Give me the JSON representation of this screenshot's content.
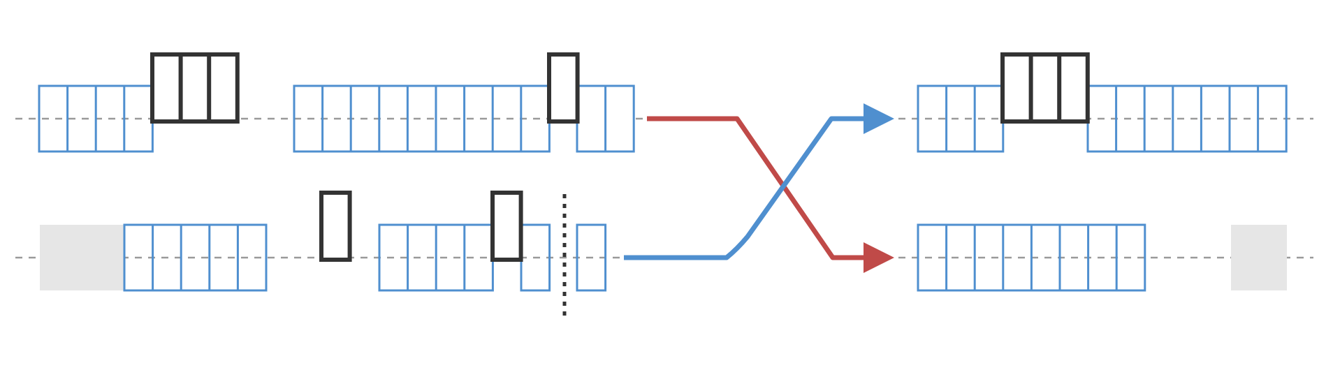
{
  "colors": {
    "background": "#ffffff",
    "axis": "#999999",
    "block": "#4f8fcf",
    "marker": "#333333",
    "shade": "#e6e6e6",
    "red_path": "#c04a48",
    "blue_path": "#4f8fcf",
    "divider": "#333333"
  },
  "diagram": {
    "rows": [
      {
        "id": "before-top",
        "blocks": [
          {
            "name": "before-top-block-1",
            "cells": 4
          },
          {
            "name": "before-top-block-2",
            "cells": 9
          },
          {
            "name": "before-top-block-3",
            "cells": 2
          }
        ],
        "markers": [
          {
            "name": "before-top-marker-1",
            "cells": 3
          },
          {
            "name": "before-top-marker-2",
            "cells": 1
          }
        ]
      },
      {
        "id": "before-bottom",
        "blocks": [
          {
            "name": "before-bottom-block-1",
            "cells": 5
          },
          {
            "name": "before-bottom-block-2",
            "cells": 4
          },
          {
            "name": "before-bottom-block-3",
            "cells": 1
          },
          {
            "name": "before-bottom-block-4",
            "cells": 1
          }
        ],
        "markers": [
          {
            "name": "before-bottom-marker-1",
            "cells": 1
          },
          {
            "name": "before-bottom-marker-2",
            "cells": 1
          }
        ],
        "shaded_regions": 1,
        "divider": "dotted"
      },
      {
        "id": "after-top",
        "blocks": [
          {
            "name": "after-top-block-1",
            "cells": 3
          },
          {
            "name": "after-top-block-2",
            "cells": 7
          }
        ],
        "markers": [
          {
            "name": "after-top-marker-1",
            "cells": 3
          }
        ]
      },
      {
        "id": "after-bottom",
        "blocks": [
          {
            "name": "after-bottom-block-1",
            "cells": 8
          }
        ],
        "markers": [],
        "shaded_regions": 1
      }
    ],
    "connectors": [
      {
        "name": "red-crossing-arrow",
        "from": "before-top",
        "to": "after-bottom",
        "color": "red"
      },
      {
        "name": "blue-crossing-arrow",
        "from": "before-bottom",
        "to": "after-top",
        "color": "blue"
      }
    ]
  }
}
